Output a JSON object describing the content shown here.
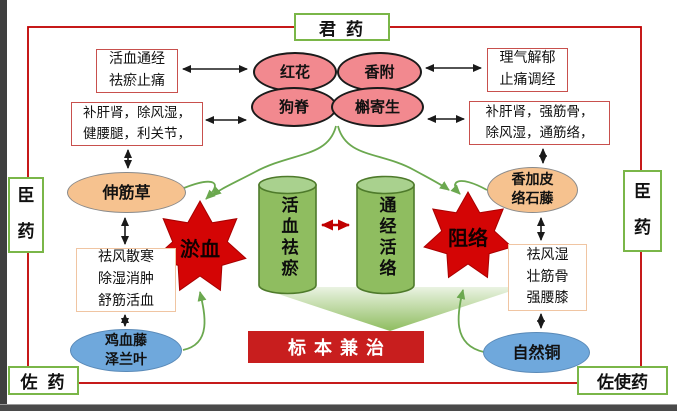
{
  "diagram": {
    "title_roles": {
      "monarch": "君 药",
      "minister_left": "臣\n药",
      "minister_right": "臣\n药",
      "assistant": "佐 药",
      "assistant_envoy": "佐使药"
    },
    "monarch_herbs": {
      "honghua": "红花",
      "xiangfu": "香附",
      "gouji": "狗脊",
      "hujisheng": "槲寄生"
    },
    "effects": {
      "top_left": "活血通经\n祛瘀止痛",
      "top_right": "理气解郁\n止痛调经",
      "mid_left": "补肝肾，除风湿，\n健腰腿，利关节，",
      "mid_right": "补肝肾，强筋骨，\n除风湿，通筋络，",
      "lower_left": "祛风散寒\n除湿消肿\n舒筋活血",
      "lower_right": "祛风湿\n壮筋骨\n强腰膝"
    },
    "minister_herbs": {
      "shenjincao": "伸筋草",
      "xiangjiapi_luoshiteng": "香加皮\n络石藤"
    },
    "assistant_herbs": {
      "jixueteng_zelanye": "鸡血藤\n泽兰叶",
      "zirantong": "自然铜"
    },
    "pathology": {
      "stasis_star": "淤血",
      "blocked_star": "阻络"
    },
    "therapy": {
      "cylinder_left": "活血祛瘀",
      "cylinder_right": "通经活络",
      "banner": "标本兼治"
    },
    "colors": {
      "line_red": "#c00000",
      "role_border_green": "#7ab648",
      "herb_pink": "#f2898f",
      "herb_orange": "#f6c28f",
      "herb_blue": "#6fa8dc",
      "star_red": "#d40505",
      "cylinder_green": "#8fbd60",
      "banner_red": "#c81e1e"
    }
  }
}
